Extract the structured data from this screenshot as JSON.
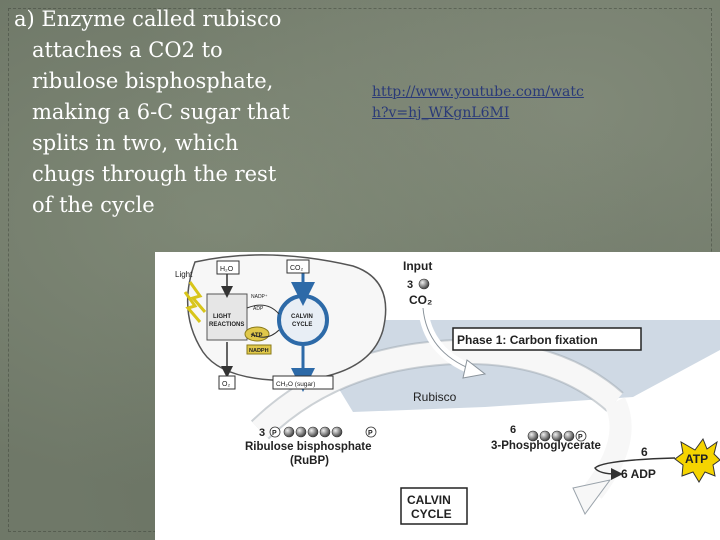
{
  "body_text": {
    "lines": [
      "a) Enzyme called rubisco",
      "attaches a CO2 to",
      "ribulose bisphosphate,",
      "making a 6-C sugar that",
      "splits in two, which",
      "chugs through the rest",
      "of the cycle"
    ]
  },
  "video_link": {
    "line1": "http://www.youtube.com/watc",
    "line2": "h?v=hj_WKgnL6MI"
  },
  "figure": {
    "inset": {
      "light": "Light",
      "h2o": "H₂O",
      "co2": "CO₂",
      "nadp": "NADP⁺",
      "adp": "ADP",
      "light_reactions": [
        "LIGHT",
        "REACTIONS"
      ],
      "calvin_cycle": [
        "CALVIN",
        "CYCLE"
      ],
      "atp": "ATP",
      "nadph": "NADPH",
      "o2": "O₂",
      "sugar": "CH₂O (sugar)"
    },
    "input_label": "Input",
    "input_count": "3",
    "input_molecule": "CO₂",
    "phase_label": "Phase 1: Carbon fixation",
    "rubisco": "Rubisco",
    "rubp_count": "3",
    "rubp_name": "Ribulose bisphosphate",
    "rubp_abbrev": "(RuBP)",
    "pga_count": "6",
    "pga_name": "3-Phosphoglycerate",
    "atp_count": "6",
    "atp_label": "ATP",
    "adp_label": "6 ADP",
    "cycle_label": [
      "CALVIN",
      "CYCLE"
    ],
    "phosphate_symbol": "P"
  }
}
